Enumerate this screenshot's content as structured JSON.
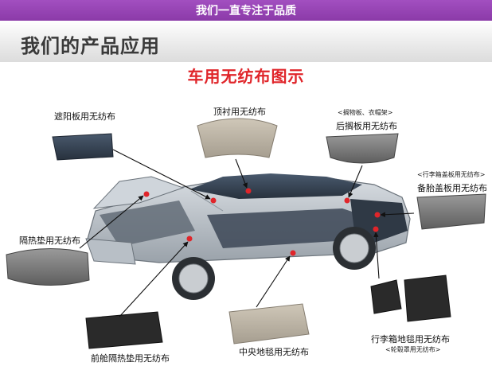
{
  "banner": {
    "text": "我们一直专注于品质"
  },
  "heading": {
    "text": "我们的产品应用"
  },
  "subheading": {
    "text": "车用无纺布图示"
  },
  "labels": {
    "sunvisor": "遮阳板用无纺布",
    "headliner": "顶衬用无纺布",
    "parcel_note": "<搁物板、衣帽架>",
    "parcel": "后搁板用无纺布",
    "trunk_note": "<行李箱盖板用无纺布>",
    "spare": "备胎盖板用无纺布",
    "hood": "隔热垫用无纺布",
    "front": "前舱隔热垫用无纺布",
    "center": "中央地毯用无纺布",
    "trunk": "行李箱地毯用无纺布",
    "wheel_note": "<轮毂罩用无纺布>"
  },
  "colors": {
    "banner": "#9a45b8",
    "accent": "#e0252a"
  }
}
